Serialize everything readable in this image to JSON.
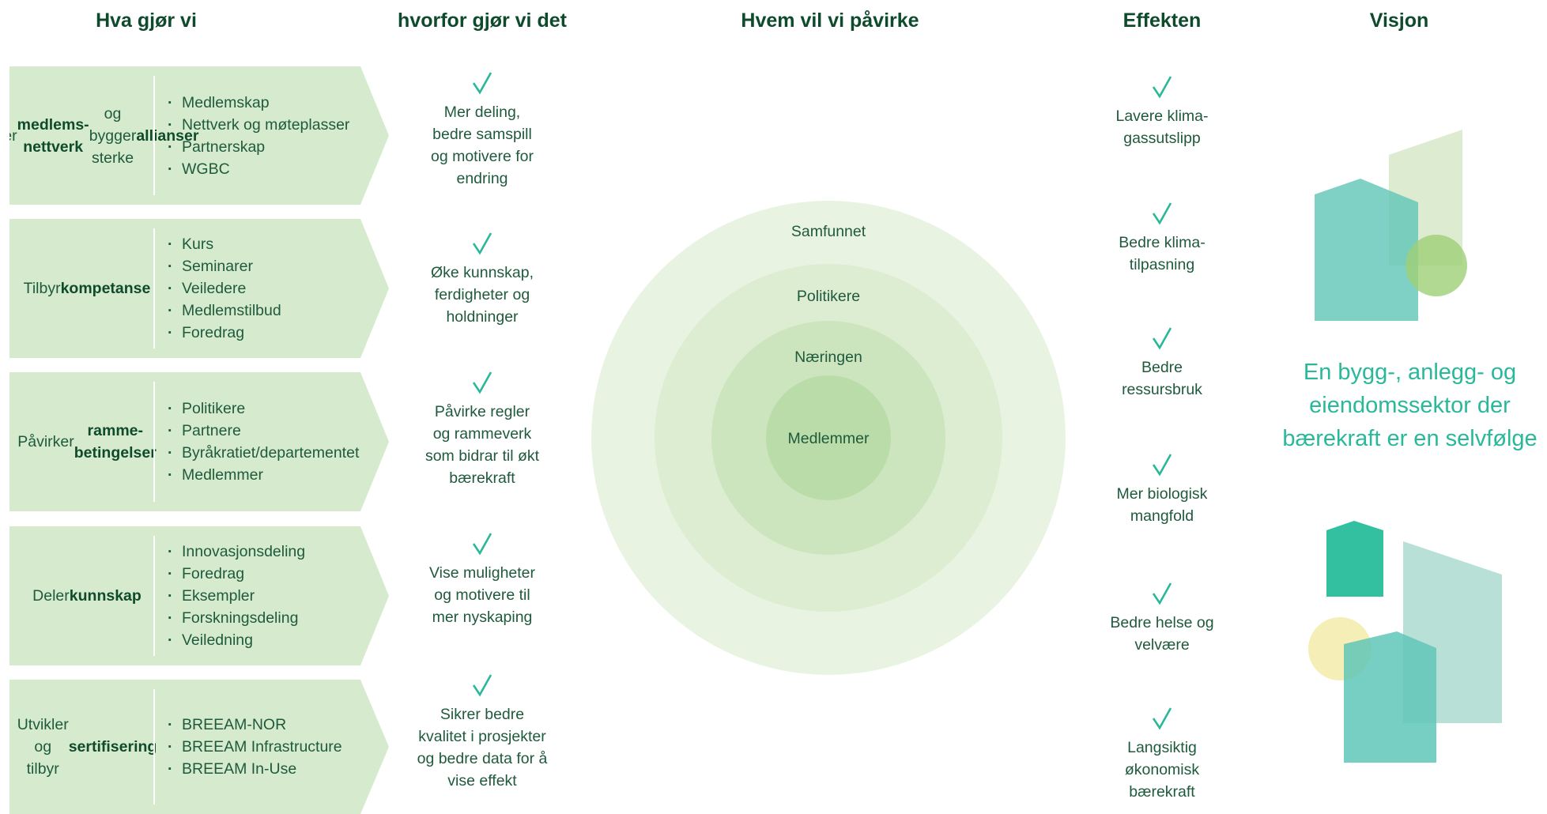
{
  "headers": {
    "what": "Hva gjør vi",
    "why": "hvorfor gjør vi det",
    "who": "Hvem vil vi påvirke",
    "effect": "Effekten",
    "vision": "Visjon"
  },
  "activities": [
    {
      "title_html": "Drifter<br><b>medlems-<br>nettverk</b> og<br>bygger sterke<br><b>allianser</b>",
      "items": [
        "Medlemskap",
        "Nettverk og møteplasser",
        "Partnerskap",
        "WGBC"
      ]
    },
    {
      "title_html": "Tilbyr<br><b>kompetanse</b>",
      "items": [
        "Kurs",
        "Seminarer",
        "Veiledere",
        "Medlemstilbud",
        "Foredrag"
      ]
    },
    {
      "title_html": "Påvirker<br><b>ramme-<br>betingelser</b>",
      "items": [
        "Politikere",
        "Partnere",
        "Byråkratiet/departementet",
        "Medlemmer"
      ]
    },
    {
      "title_html": "Deler<br><b>kunnskap</b>",
      "items": [
        "Innovasjonsdeling",
        "Foredrag",
        "Eksempler",
        "Forskningsdeling",
        "Veiledning"
      ]
    },
    {
      "title_html": "Utvikler og<br>tilbyr<br><b>sertifisering</b>",
      "items": [
        "BREEAM-NOR",
        "BREEAM Infrastructure",
        "BREEAM In-Use"
      ]
    }
  ],
  "reasons": [
    "Mer deling,\nbedre samspill\nog motivere for\nendring",
    "Øke kunnskap,\nferdigheter og\nholdninger",
    "Påvirke regler\nog rammeverk\nsom bidrar til økt\nbærekraft",
    "Vise muligheter\nog motivere til\nmer nyskaping",
    "Sikrer bedre\nkvalitet i prosjekter\nog bedre data for å\nvise effekt"
  ],
  "audience": {
    "outer": "Samfunnet",
    "second": "Politikere",
    "third": "Næringen",
    "inner": "Medlemmer"
  },
  "effects": [
    "Lavere klima-\ngassutslipp",
    "Bedre klima-\ntilpasning",
    "Bedre\nressursbruk",
    "Mer biologisk\nmangfold",
    "Bedre helse og\nvelvære",
    "Langsiktig\nøkonomisk\nbærekraft"
  ],
  "vision_text": "En bygg-, anlegg- og\neiendomssektor der\nbærekraft er en selvfølge",
  "colors": {
    "arrow_fill": "#d6ebcd",
    "check": "#2ab89a",
    "ring_outer": "#e9f3e2",
    "ring_2": "#dcedd2",
    "ring_3": "#cde5bf",
    "ring_inner": "#b9dca8",
    "vision_text": "#2ab89a"
  }
}
